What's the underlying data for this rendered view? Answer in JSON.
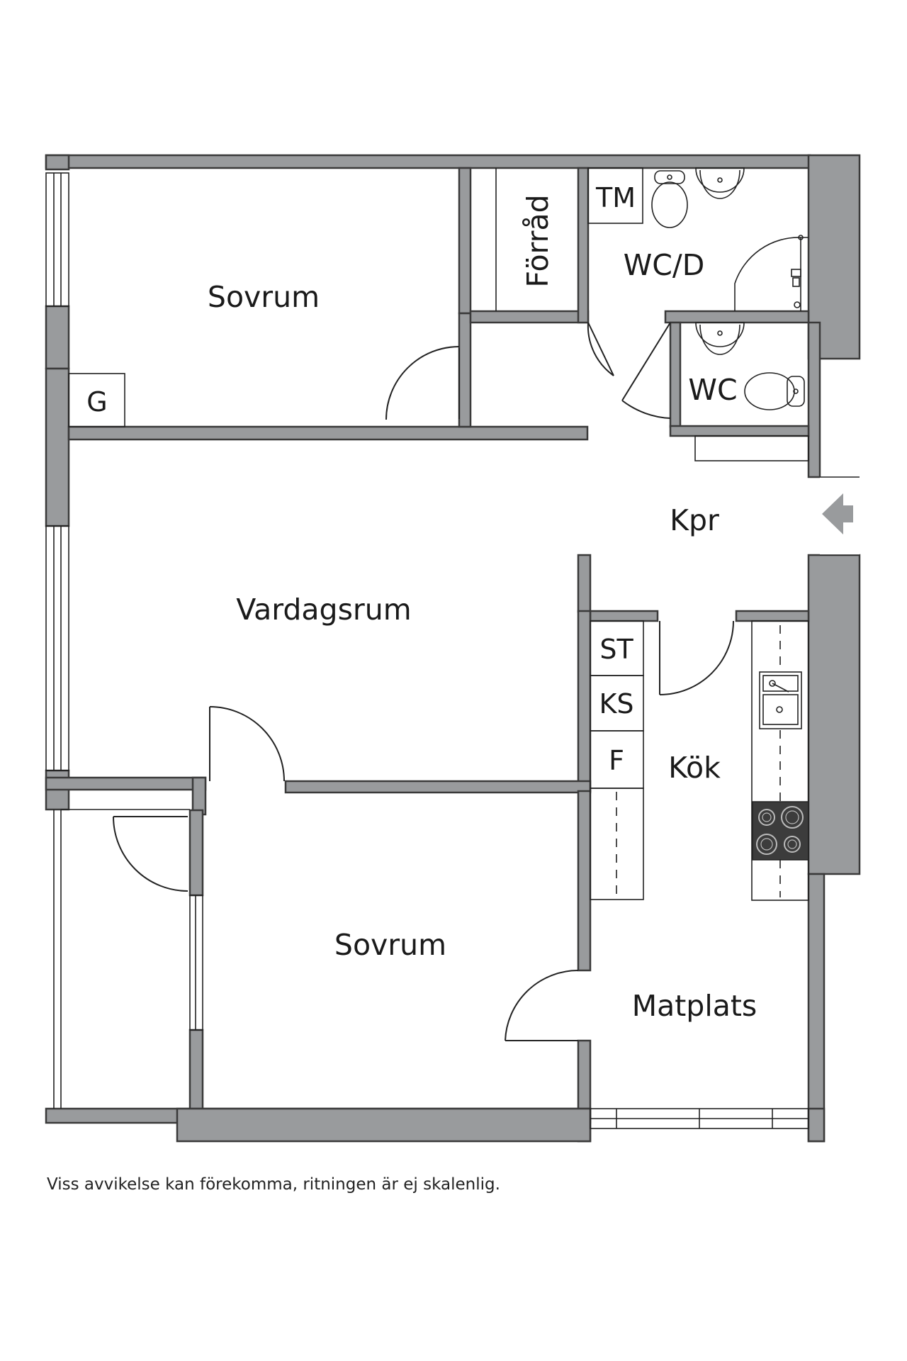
{
  "rooms": {
    "sovrum_top": "Sovrum",
    "sovrum_bottom": "Sovrum",
    "vardagsrum": "Vardagsrum",
    "kpr": "Kpr",
    "kok": "Kök",
    "matplats": "Matplats",
    "forrad": "Förråd",
    "wcd": "WC/D",
    "wc": "WC",
    "tm": "TM",
    "g": "G",
    "st": "ST",
    "ks": "KS",
    "f": "F"
  },
  "icons": {
    "entrance": "entrance-arrow-icon",
    "toilet": "toilet-icon",
    "sink": "sink-icon",
    "shower": "shower-icon",
    "stove": "stove-icon",
    "kitchen_sink": "kitchen-sink-icon"
  },
  "colors": {
    "wall": "#999b9d",
    "outline": "#3a3a3a",
    "stove": "#3c3c3c"
  },
  "disclaimer": "Viss avvikelse kan förekomma, ritningen är ej skalenlig."
}
